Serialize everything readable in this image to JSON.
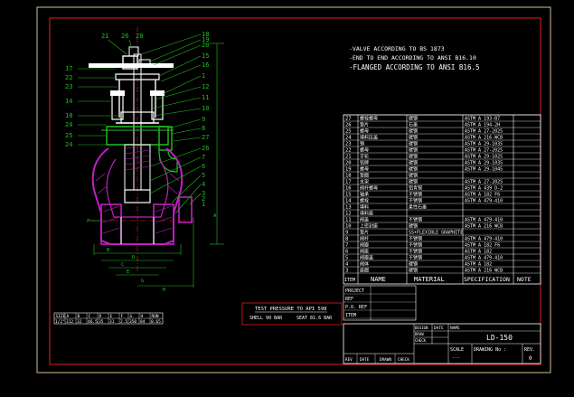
{
  "notes": [
    "-VALVE ACCORDING TO BS 1873",
    "-END TO END ACCORDING TO ANSI B16.10",
    "-FLANGED ACCORDING TO ANSI B16.5"
  ],
  "balloons_left": [
    "17",
    "22",
    "23",
    "14",
    "18",
    "24",
    "25",
    "24"
  ],
  "balloons_top": [
    "21",
    "26",
    "28"
  ],
  "balloons_right": [
    "18",
    "19",
    "20",
    "15",
    "16",
    "1",
    "12",
    "11",
    "10",
    "9",
    "8",
    "27",
    "26",
    "7",
    "6",
    "5",
    "4",
    "3",
    "2",
    "1"
  ],
  "dim_letters": [
    "A",
    "B",
    "D",
    "C",
    "E",
    "G",
    "F",
    "H"
  ],
  "bom_rows": [
    {
      "item": "27",
      "name": "螺栓螺母",
      "mat": "碳钢",
      "spec": "ASTM A 193-B7"
    },
    {
      "item": "26",
      "name": "垫片",
      "mat": "石墨",
      "spec": "ASTM A 194-2H"
    },
    {
      "item": "25",
      "name": "螺母",
      "mat": "碳钢",
      "spec": "ASTM A 27-2025"
    },
    {
      "item": "24",
      "name": "填料压盖",
      "mat": "碳钢",
      "spec": "ASTM A 216-WCB"
    },
    {
      "item": "23",
      "name": "销",
      "mat": "碳钢",
      "spec": "ASTM A 29-1035"
    },
    {
      "item": "22",
      "name": "螺母",
      "mat": "碳钢",
      "spec": "ASTM A 27-2025"
    },
    {
      "item": "21",
      "name": "手轮",
      "mat": "碳钢",
      "spec": "ASTM A 29-1025"
    },
    {
      "item": "20",
      "name": "铭牌",
      "mat": "碳钢",
      "spec": "ASTM A 29-1035"
    },
    {
      "item": "19",
      "name": "螺母",
      "mat": "碳钢",
      "spec": "ASTM A 29-1045"
    },
    {
      "item": "18",
      "name": "垫圈",
      "mat": "碳钢",
      "spec": ""
    },
    {
      "item": "17",
      "name": "支架",
      "mat": "碳钢",
      "spec": "ASTM A 27-2025"
    },
    {
      "item": "16",
      "name": "阀杆螺母",
      "mat": "铝青铜",
      "spec": "ASTM A 439 D-2"
    },
    {
      "item": "15",
      "name": "轴承",
      "mat": "不锈钢",
      "spec": "ASTM A 182 F6"
    },
    {
      "item": "14",
      "name": "螺栓",
      "mat": "不锈钢",
      "spec": "ASTM A 479-410"
    },
    {
      "item": "13",
      "name": "填料",
      "mat": "柔性石墨",
      "spec": ""
    },
    {
      "item": "12",
      "name": "填料座",
      "mat": "",
      "spec": ""
    },
    {
      "item": "11",
      "name": "阀盖",
      "mat": "不锈钢",
      "spec": "ASTM A 479-410"
    },
    {
      "item": "10",
      "name": "上密封座",
      "mat": "碳钢",
      "spec": "ASTM A 216 WCB"
    },
    {
      "item": "9",
      "name": "垫片",
      "mat": "SS+FLEXIBLE GRAPHITE",
      "spec": ""
    },
    {
      "item": "8",
      "name": "阀杆",
      "mat": "不锈钢",
      "spec": "ASTM A 479-410"
    },
    {
      "item": "7",
      "name": "阀瓣",
      "mat": "不锈钢",
      "spec": "ASTM A 182 F6"
    },
    {
      "item": "6",
      "name": "阀座",
      "mat": "不锈钢",
      "spec": "ASTM A 182"
    },
    {
      "item": "5",
      "name": "阀瓣盖",
      "mat": "不锈钢",
      "spec": "ASTM A 479-410"
    },
    {
      "item": "4",
      "name": "阀体",
      "mat": "碳钢",
      "spec": "ASTM A 182"
    },
    {
      "item": "3",
      "name": "座圈",
      "mat": "碳钢",
      "spec": "ASTM A 216 WCB"
    }
  ],
  "bom_header": {
    "item": "ITEM",
    "name": "NAME",
    "mat": "MATERIAL",
    "spec": "SPECIFICATION",
    "note": "NOTE"
  },
  "proj_labels": [
    "PROJECT",
    "REF",
    "P.O. REF",
    "ITEM"
  ],
  "dim_table": {
    "header": [
      "SIZE",
      "A",
      "B",
      "C",
      "D",
      "E",
      "F",
      "G",
      "H",
      "RUN"
    ],
    "row": [
      "1/2\"",
      "312",
      "32",
      "46.5",
      "35",
      "31",
      "2.5",
      "350",
      "84",
      "0.65"
    ]
  },
  "test_box": {
    "title": "TEST PRESSURE TO API 598",
    "shell": "SHELL 90 BAR",
    "seat": "SEAT 81.6 BAR"
  },
  "title_block": {
    "date_label": "DATE",
    "name_label": "NAME",
    "title": "LD-150",
    "left_labels": [
      "DESIGN",
      "DRAW",
      "CHECK"
    ],
    "scale_label": "SCALE",
    "scale_value": "---",
    "drawing_label": "DRAWING No :",
    "rev_label": "REV.",
    "rev_value": "0",
    "rev_row": [
      "REV",
      "DATE",
      "DRAWN",
      "CHECK"
    ]
  }
}
